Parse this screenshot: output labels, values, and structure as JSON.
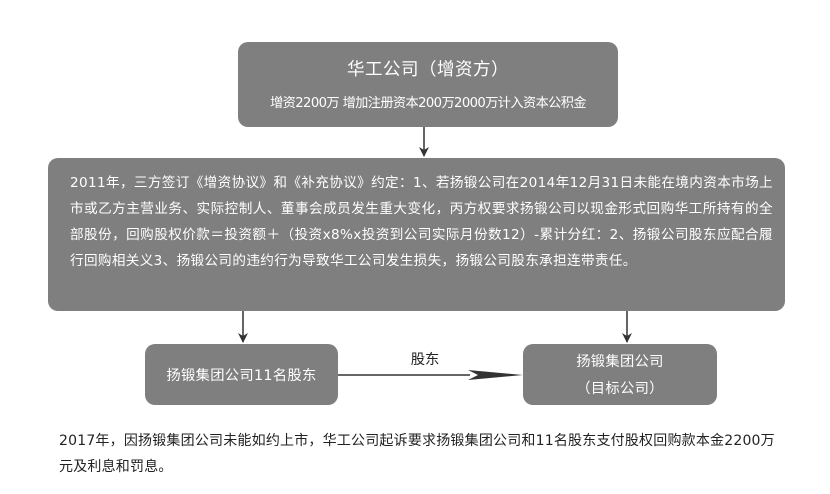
{
  "colors": {
    "box_fill": "#7f7f7f",
    "box_text": "#ffffff",
    "arrow": "#333333",
    "body_text": "#222222",
    "background": "#ffffff"
  },
  "nodes": {
    "investor": {
      "title": "华工公司（增资方）",
      "subtitle": "增资2200万 增加注册资本200万2000万计入资本公积金"
    },
    "agreement": {
      "text": "2011年，三方签订《增资协议》和《补充协议》约定：1、若扬锻公司在2014年12月31日未能在境内资本市场上市或乙方主营业务、实际控制人、董事会成员发生重大变化，丙方权要求扬锻公司以现金形式回购华工所持有的全部股份，回购股权价款＝投资额＋（投资x8%x投资到公司实际月份数12）-累计分红：2、扬锻公司股东应配合履行回购相关义3、扬锻公司的违约行为导致华工公司发生损失，扬锻公司股东承担连带责任。"
    },
    "shareholders": {
      "label": "扬锻集团公司11名股东"
    },
    "target": {
      "line1": "扬锻集团公司",
      "line2": "（目标公司）"
    }
  },
  "edges": [
    {
      "from": "investor",
      "to": "agreement",
      "label": ""
    },
    {
      "from": "agreement",
      "to": "shareholders",
      "label": ""
    },
    {
      "from": "agreement",
      "to": "target",
      "label": ""
    },
    {
      "from": "shareholders",
      "to": "target",
      "label": "股东"
    }
  ],
  "edge_labels": {
    "shareholder_relation": "股东"
  },
  "footer": {
    "text": "2017年，因扬锻集团公司未能如约上市，华工公司起诉要求扬锻集团公司和11名股东支付股权回购款本金2200万元及利息和罚息。"
  }
}
